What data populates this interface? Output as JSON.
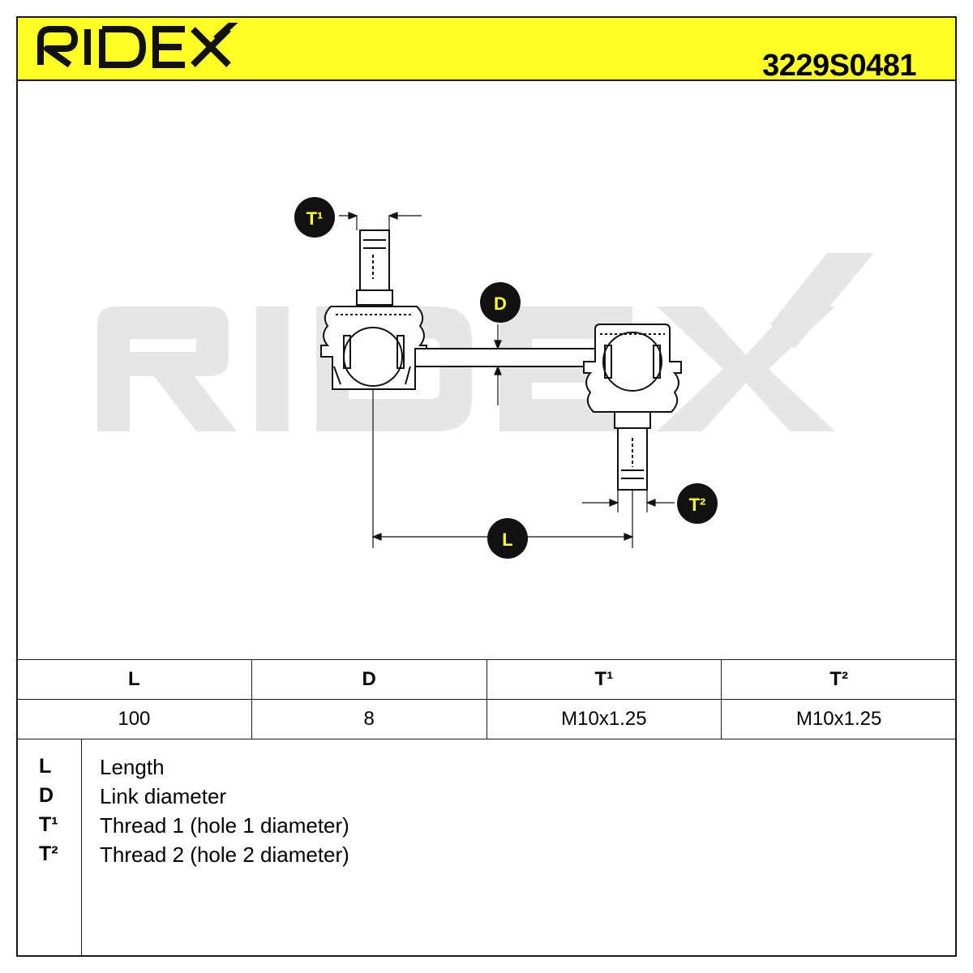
{
  "header": {
    "brand": "RIDEX",
    "part_number": "3229S0481"
  },
  "drawing": {
    "labels": {
      "t1": "T¹",
      "t2": "T²",
      "d": "D",
      "l": "L"
    },
    "watermark": "RIDEX",
    "colors": {
      "badge_fill": "#111111",
      "badge_text": "#ffff26",
      "watermark": "#e4e4e4",
      "header_yellow": "#ffff26"
    }
  },
  "spec_table": {
    "headers": [
      "L",
      "D",
      "T¹",
      "T²"
    ],
    "values": [
      "100",
      "8",
      "M10x1.25",
      "M10x1.25"
    ]
  },
  "legend": [
    {
      "key": "L",
      "text": "Length"
    },
    {
      "key": "D",
      "text": "Link diameter"
    },
    {
      "key": "T¹",
      "text": "Thread 1 (hole 1 diameter)"
    },
    {
      "key": "T²",
      "text": "Thread 2 (hole 2 diameter)"
    }
  ]
}
